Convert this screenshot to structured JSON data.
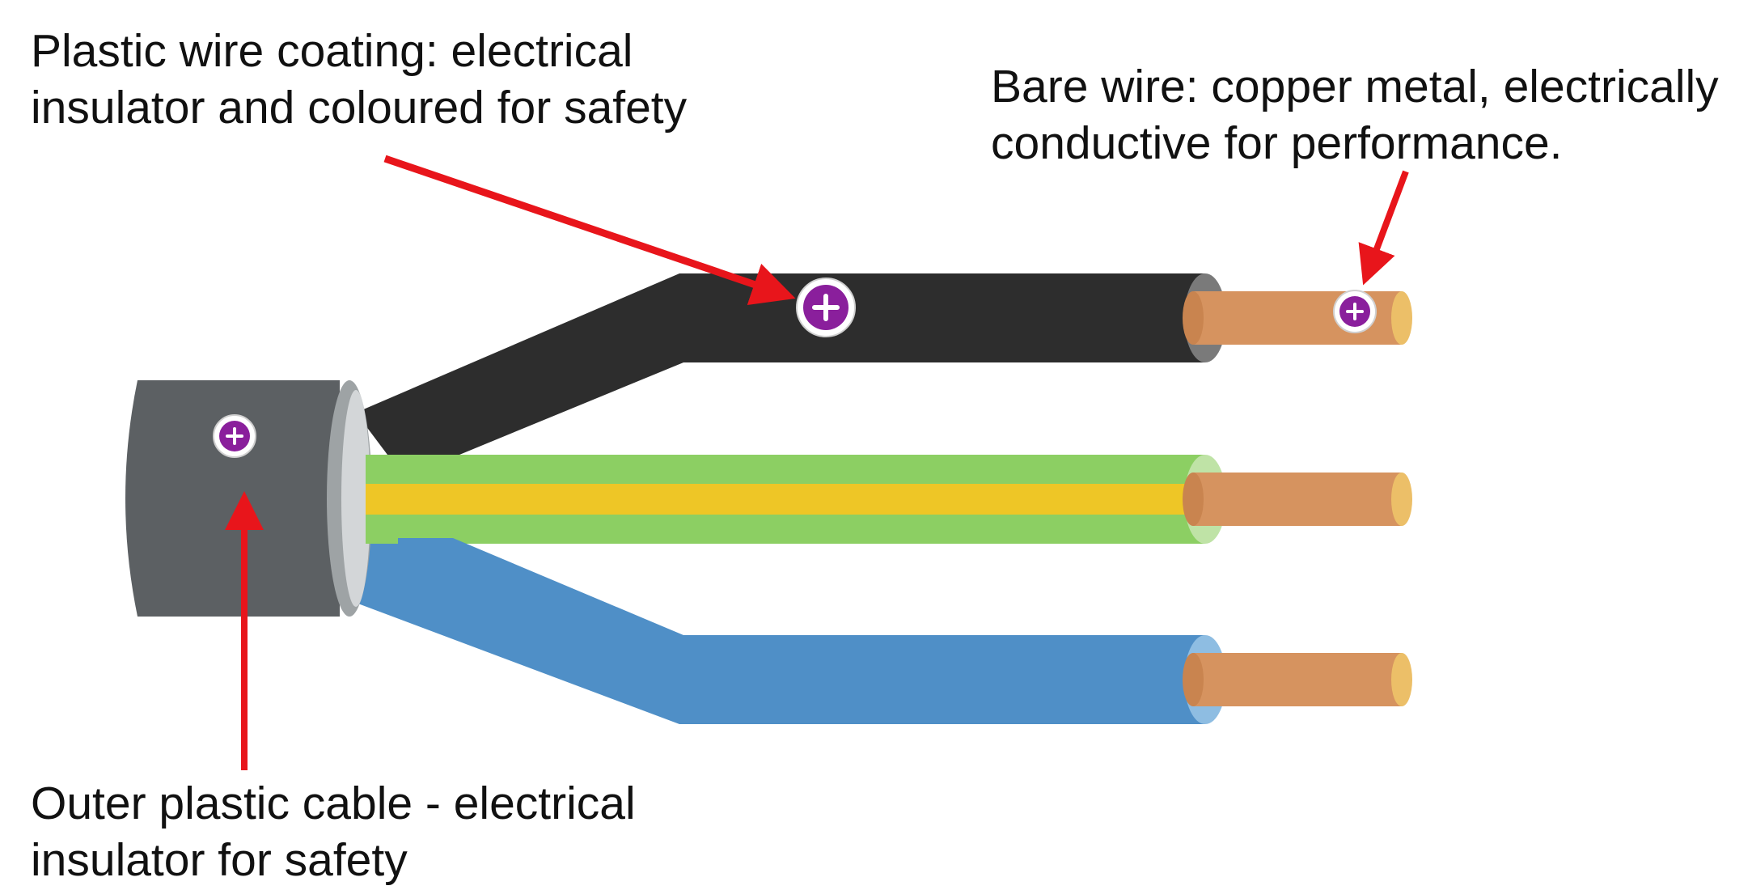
{
  "labels": {
    "plastic_coating": [
      "Plastic wire coating: electrical",
      "insulator and coloured for safety"
    ],
    "bare_wire": [
      "Bare wire: copper metal, electrically",
      "conductive for performance."
    ],
    "outer_cable": [
      "Outer plastic cable - electrical",
      "insulator for safety"
    ]
  },
  "colors": {
    "outer_sheath": "#5c6063",
    "outer_sheath_edge": "#9ea3a5",
    "outer_sheath_rim": "#d3d6d8",
    "live_wire": "#2d2d2d",
    "earth_green": "#8ccf63",
    "earth_yellow": "#eec626",
    "neutral_blue": "#4f8fc7",
    "copper": "#d6935f",
    "copper_end": "#ecbf68",
    "arrow": "#e8151b",
    "hotspot": "#8a1f9c"
  },
  "icons": [
    "plus-hotspot-icon"
  ]
}
